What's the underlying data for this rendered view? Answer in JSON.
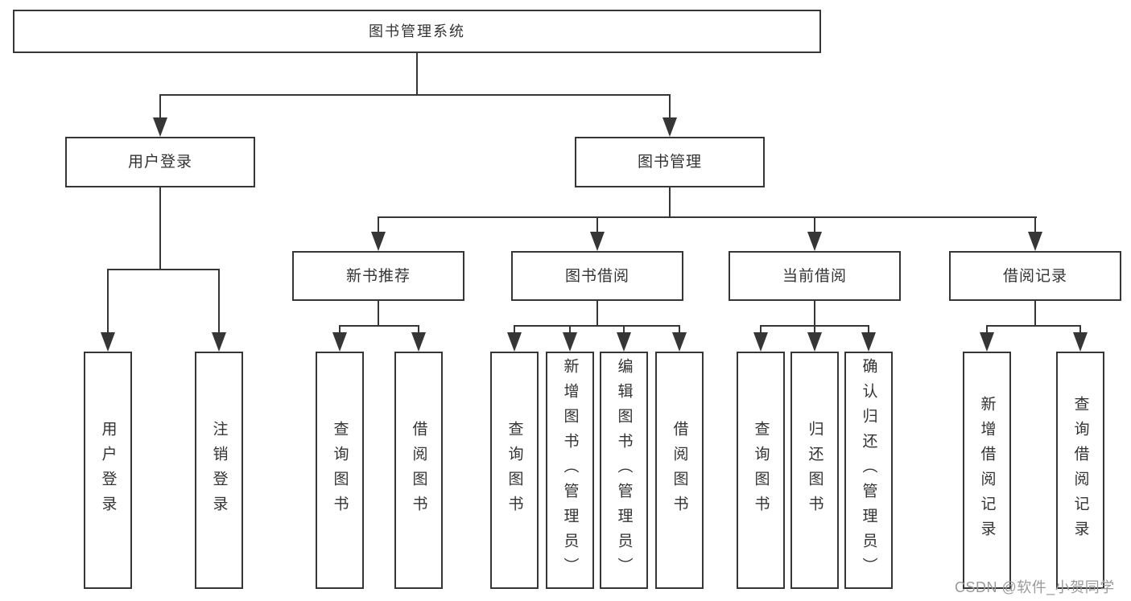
{
  "nodes": {
    "root": "图书管理系统",
    "user_login": "用户登录",
    "book_mgmt": "图书管理",
    "new_book_rec": "新书推荐",
    "book_borrow": "图书借阅",
    "current_borrow": "当前借阅",
    "borrow_records": "借阅记录",
    "leaf_user_login": "用户登录",
    "leaf_logout": "注销登录",
    "leaf_query_books_1": "查询图书",
    "leaf_borrow_books_1": "借阅图书",
    "leaf_query_books_2": "查询图书",
    "leaf_add_book_admin": "新增图书（管理员）",
    "leaf_edit_book_admin": "编辑图书（管理员）",
    "leaf_borrow_books_2": "借阅图书",
    "leaf_query_books_3": "查询图书",
    "leaf_return_book": "归还图书",
    "leaf_confirm_return_admin": "确认归还（管理员）",
    "leaf_add_borrow_record": "新增借阅记录",
    "leaf_query_borrow_record": "查询借阅记录"
  },
  "watermark": "CSDN @软件_小贺同学",
  "colors": {
    "line": "#363636",
    "text": "#333333",
    "watermark": "#9a9a9a",
    "background": "#ffffff"
  }
}
